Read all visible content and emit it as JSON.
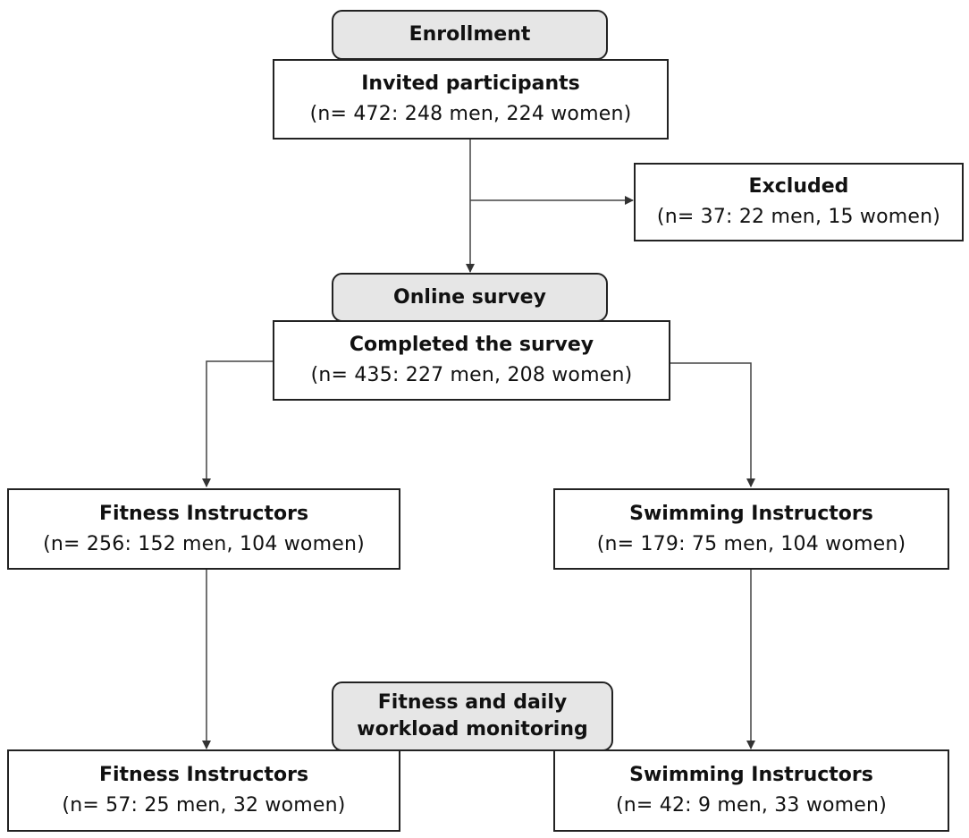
{
  "stages": {
    "enrollment": "Enrollment",
    "online_survey": "Online survey",
    "monitoring_line1": "Fitness and daily",
    "monitoring_line2": "workload monitoring"
  },
  "boxes": {
    "invited": {
      "title": "Invited participants",
      "count": "(n= 472: 248 men, 224 women)"
    },
    "excluded": {
      "title": "Excluded",
      "count": "(n= 37: 22 men, 15 women)"
    },
    "completed": {
      "title": "Completed the survey",
      "count": "(n= 435: 227 men, 208 women)"
    },
    "fitness_survey": {
      "title": "Fitness Instructors",
      "count": "(n= 256: 152 men, 104 women)"
    },
    "swimming_survey": {
      "title": "Swimming Instructors",
      "count": "(n= 179: 75 men, 104 women)"
    },
    "fitness_monitoring": {
      "title": "Fitness Instructors",
      "count": "(n= 57: 25 men, 32 women)"
    },
    "swimming_monitoring": {
      "title": "Swimming Instructors",
      "count": "(n= 42: 9 men, 33 women)"
    }
  },
  "colors": {
    "stage_fill": "#e6e6e6",
    "border": "#222222",
    "line": "#444444"
  }
}
